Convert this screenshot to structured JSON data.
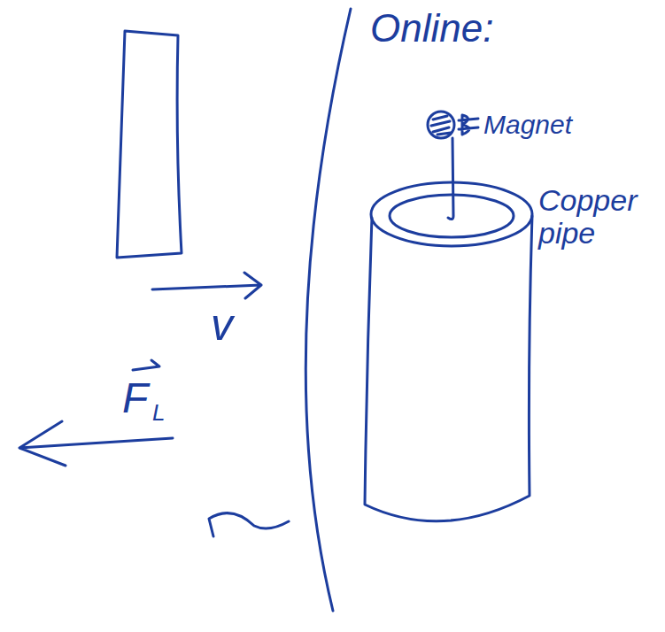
{
  "diagram": {
    "labels": [
      "Online:",
      "Magnet",
      "Copper pipe",
      "v",
      "F",
      "L"
    ]
  }
}
